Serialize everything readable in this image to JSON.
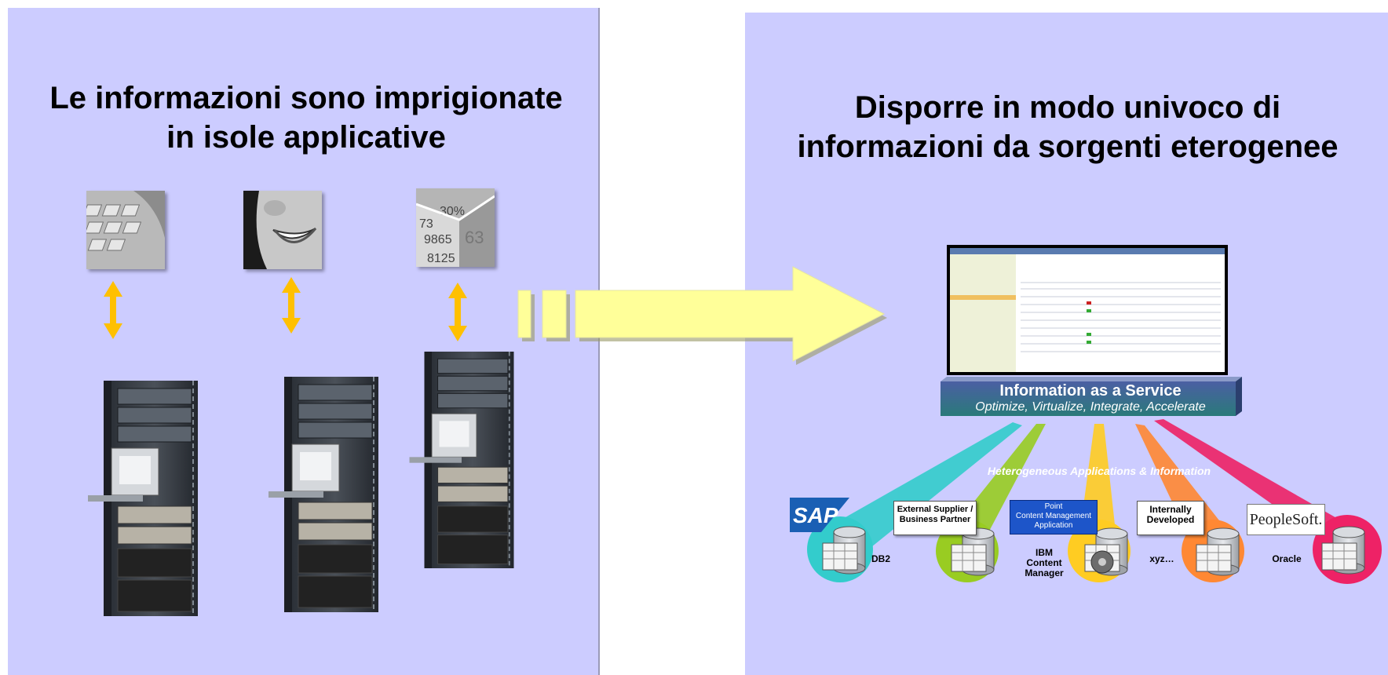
{
  "left": {
    "title_line1": "Le informazioni sono imprigionate",
    "title_line2": "in isole applicative"
  },
  "right": {
    "title_line1": "Disporre in modo univoco di",
    "title_line2": "informazioni da sorgenti eterogenee",
    "iaas_title": "Information as a Service",
    "iaas_subtitle": "Optimize, Virtualize, Integrate, Accelerate",
    "hetero_label": "Heterogeneous Applications & Information",
    "sources": {
      "sap_logo": "SAP",
      "db2": "DB2",
      "external_line1": "External Supplier /",
      "external_line2": "Business Partner",
      "point_line1": "Point",
      "point_line2": "Content Management",
      "point_line3": "Application",
      "ibm_line1": "IBM",
      "ibm_line2": "Content",
      "ibm_line3": "Manager",
      "internally_line1": "Internally",
      "internally_line2": "Developed",
      "xyz": "xyz…",
      "peoplesoft": "PeopleSoft.",
      "oracle": "Oracle"
    }
  },
  "colors": {
    "panel_bg": "#ccccff",
    "arrow": "#ffff99",
    "bidir_arrow": "#ffc000",
    "iaas_bar": "#3a4f8f"
  },
  "icons": {
    "left_photos": [
      "keyboard-photo",
      "smiling-face-photo",
      "financial-numbers-photo"
    ],
    "servers": [
      "server-rack-icon",
      "server-rack-icon",
      "server-rack-icon"
    ],
    "databases": [
      "database-icon"
    ]
  }
}
